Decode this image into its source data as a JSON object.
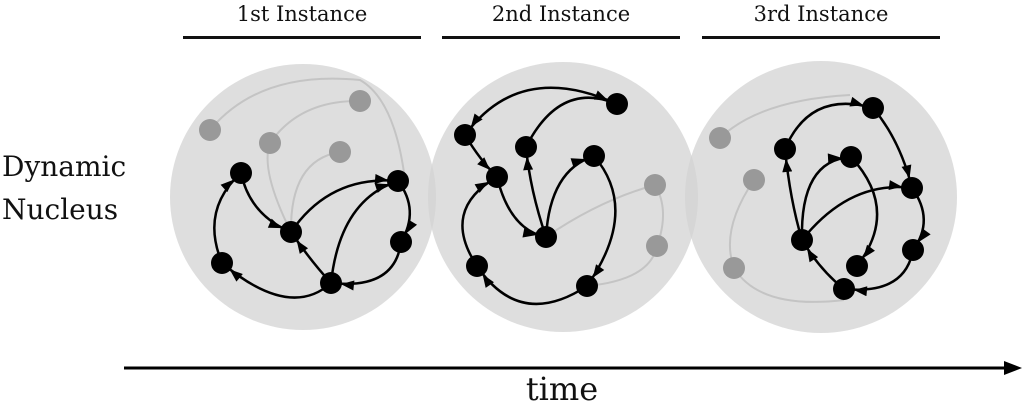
{
  "instances": [
    {
      "title": "1st Instance"
    },
    {
      "title": "2nd Instance"
    },
    {
      "title": "3rd Instance"
    }
  ],
  "side_label": {
    "line1": "Dynamic",
    "line2": "Nucleus"
  },
  "axis_label": "time",
  "colors": {
    "circle": "#dcdcdc",
    "active_node": "#000000",
    "inactive_node": "#999999",
    "inactive_edge": "#c4c4c4"
  }
}
